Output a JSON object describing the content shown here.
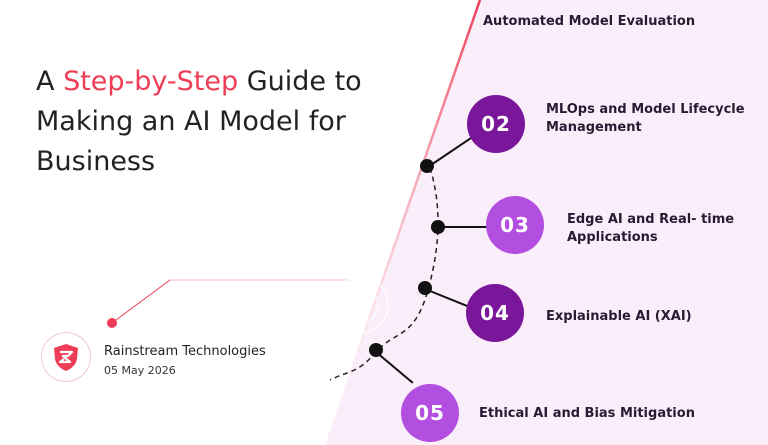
{
  "title": {
    "part1": "A ",
    "accent": "Step-by-Step",
    "part2": " Guide to Making an AI Model for Business"
  },
  "steps": [
    {
      "label": "Automated Model Evaluation"
    },
    {
      "number": "02",
      "label": "MLOps and Model Lifecycle Management"
    },
    {
      "number": "03",
      "label": "Edge AI and Real- time Applications"
    },
    {
      "number": "04",
      "label": "Explainable AI (XAI)"
    },
    {
      "number": "05",
      "label": "Ethical AI and Bias Mitigation"
    }
  ],
  "author": {
    "company": "Rainstream Technologies",
    "date": "05 May 2026"
  },
  "colors": {
    "accent": "#ee3d56",
    "panel": "#fbeefb",
    "badge_dark": "#7a169a",
    "badge_light": "#b24ee0"
  }
}
